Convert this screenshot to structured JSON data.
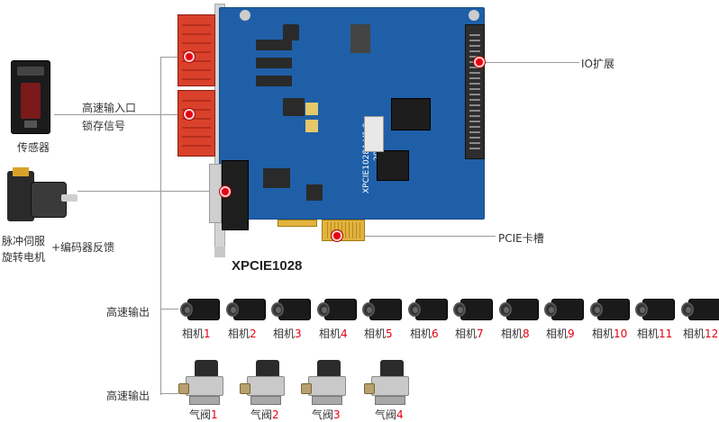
{
  "board": {
    "model_silk": "XPCIE1028A V1.0",
    "date_silk": "20221230",
    "name": "XPCIE1028"
  },
  "labels": {
    "io_expansion": "IO扩展",
    "highspeed_input": "高速输入口",
    "latch_signal": "锁存信号",
    "sensor": "传感器",
    "pulse_servo_line1": "脉冲伺服",
    "pulse_servo_line2": "旋转电机",
    "encoder_feedback": "+编码器反馈",
    "pcie_slot": "PCIE卡槽",
    "highspeed_output_cam": "高速输出",
    "highspeed_output_valve": "高速输出"
  },
  "cameras": [
    {
      "name": "相机",
      "num": "1"
    },
    {
      "name": "相机",
      "num": "2"
    },
    {
      "name": "相机",
      "num": "3"
    },
    {
      "name": "相机",
      "num": "4"
    },
    {
      "name": "相机",
      "num": "5"
    },
    {
      "name": "相机",
      "num": "6"
    },
    {
      "name": "相机",
      "num": "7"
    },
    {
      "name": "相机",
      "num": "8"
    },
    {
      "name": "相机",
      "num": "9"
    },
    {
      "name": "相机",
      "num": "10"
    },
    {
      "name": "相机",
      "num": "11"
    },
    {
      "name": "相机",
      "num": "12"
    }
  ],
  "valves": [
    {
      "name": "气阀",
      "num": "1"
    },
    {
      "name": "气阀",
      "num": "2"
    },
    {
      "name": "气阀",
      "num": "3"
    },
    {
      "name": "气阀",
      "num": "4"
    }
  ],
  "colors": {
    "board": "#1f5fa8",
    "accent": "#e60012",
    "line": "#9a9a9a"
  }
}
